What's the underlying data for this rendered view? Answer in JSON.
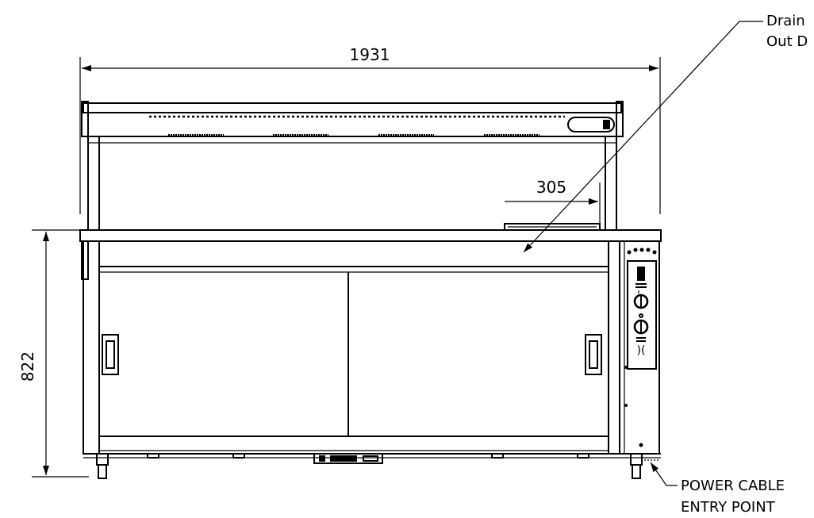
{
  "dimensions": {
    "overall_width": "1931",
    "overall_height": "822",
    "drain_offset": "305"
  },
  "callouts": {
    "drain": {
      "line1": "Drain",
      "line2": "Out D"
    },
    "power": {
      "line1": "POWER CABLE",
      "line2": "ENTRY POINT"
    }
  },
  "colors": {
    "line": "#000000",
    "background": "#ffffff"
  }
}
